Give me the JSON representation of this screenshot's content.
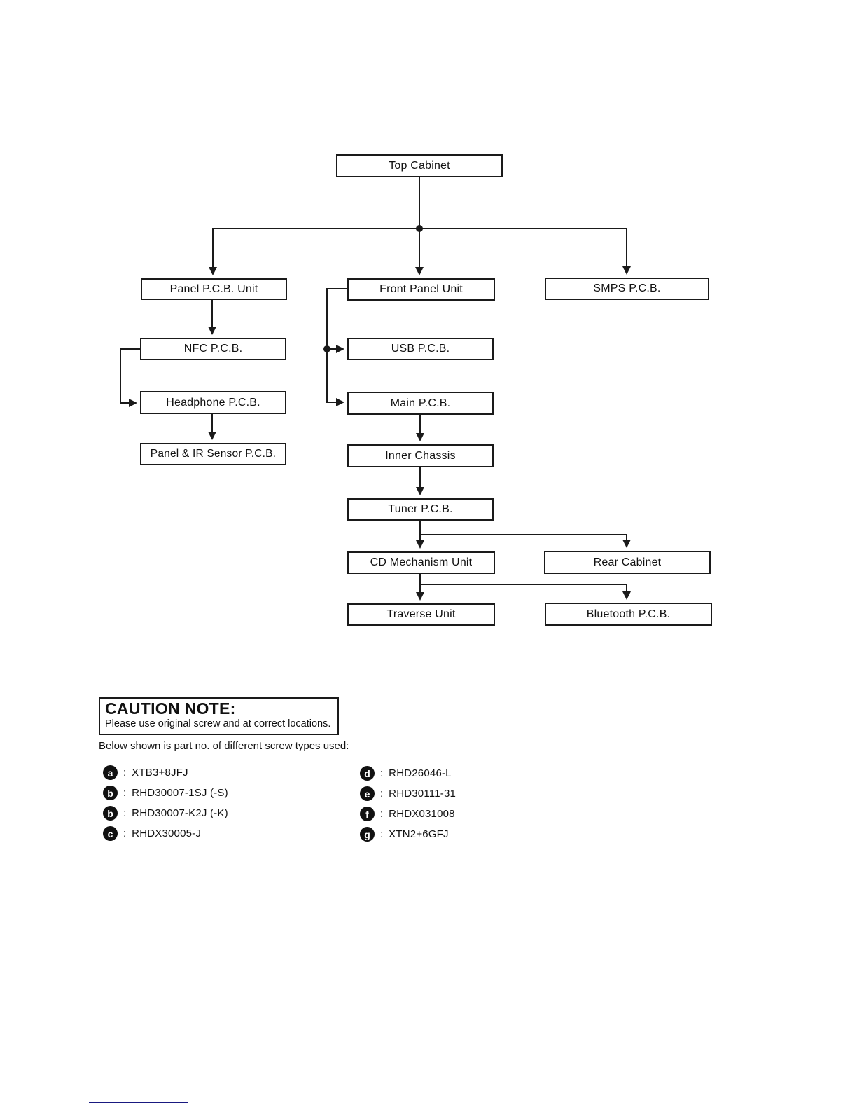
{
  "diagram": {
    "nodes": {
      "top_cabinet": "Top Cabinet",
      "panel_pcb_unit": "Panel P.C.B. Unit",
      "front_panel_unit": "Front Panel Unit",
      "smps_pcb": "SMPS P.C.B.",
      "nfc_pcb": "NFC P.C.B.",
      "usb_pcb": "USB P.C.B.",
      "headphone_pcb": "Headphone P.C.B.",
      "main_pcb": "Main P.C.B.",
      "panel_ir_sensor_pcb": "Panel & IR Sensor P.C.B.",
      "inner_chassis": "Inner Chassis",
      "tuner_pcb": "Tuner P.C.B.",
      "cd_mechanism_unit": "CD Mechanism Unit",
      "rear_cabinet": "Rear Cabinet",
      "traverse_unit": "Traverse Unit",
      "bluetooth_pcb": "Bluetooth P.C.B."
    }
  },
  "caution": {
    "title": "CAUTION NOTE:",
    "body": "Please use original screw and at correct locations.",
    "below_text": "Below shown is part no. of different screw types used:"
  },
  "screws": {
    "separator": ":",
    "left": [
      {
        "bullet": "a",
        "part": "XTB3+8JFJ"
      },
      {
        "bullet": "b",
        "part": "RHD30007-1SJ (-S)"
      },
      {
        "bullet": "b",
        "part": "RHD30007-K2J (-K)"
      },
      {
        "bullet": "c",
        "part": "RHDX30005-J"
      }
    ],
    "right": [
      {
        "bullet": "d",
        "part": "RHD26046-L"
      },
      {
        "bullet": "e",
        "part": "RHD30111-31"
      },
      {
        "bullet": "f",
        "part": "RHDX031008"
      },
      {
        "bullet": "g",
        "part": "XTN2+6GFJ"
      }
    ]
  },
  "colors": {
    "line": "#1a1a1a",
    "footer_rule": "#191980"
  }
}
